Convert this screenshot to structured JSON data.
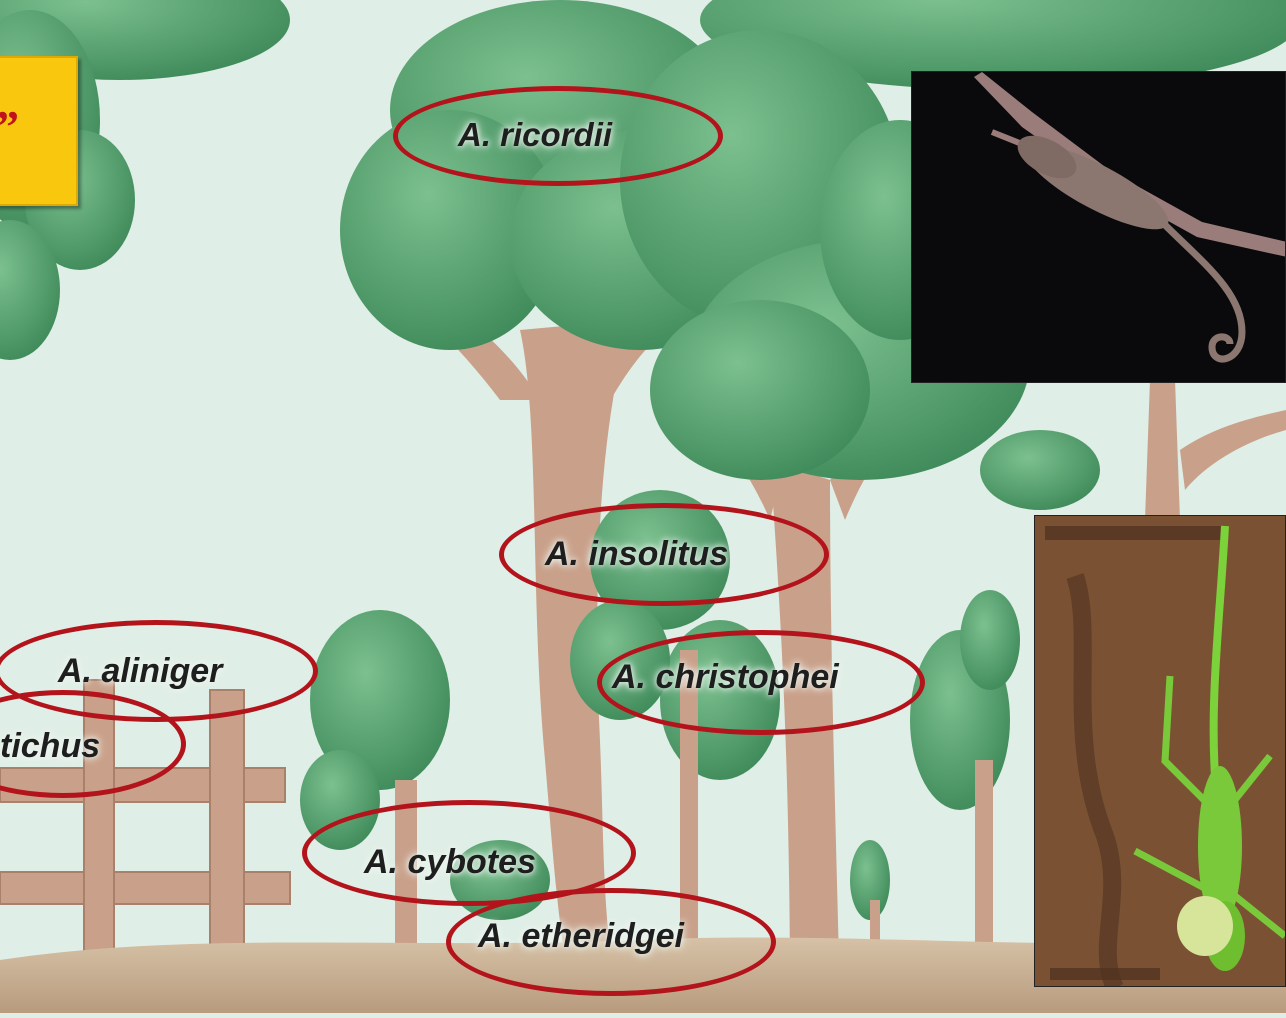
{
  "note": {
    "mark": "”"
  },
  "labels": {
    "ricordii": "A. ricordii",
    "insolitus": "A. insolitus",
    "aliniger": "A. aliniger",
    "distichus": "tichus",
    "christophei": "A. christophei",
    "cybotes": "A. cybotes",
    "etheridgei": "A. etheridgei"
  },
  "photos": {
    "top_right": "chameleon-like anole on twig, black background",
    "bottom_right": "green anole on tree bark"
  },
  "colors": {
    "sky": "#dfeee6",
    "foliage": "#4f9a6a",
    "trunk": "#c9a08a",
    "ring": "#b3131a",
    "note_fill": "#f9c80e",
    "note_text": "#c0141c"
  }
}
